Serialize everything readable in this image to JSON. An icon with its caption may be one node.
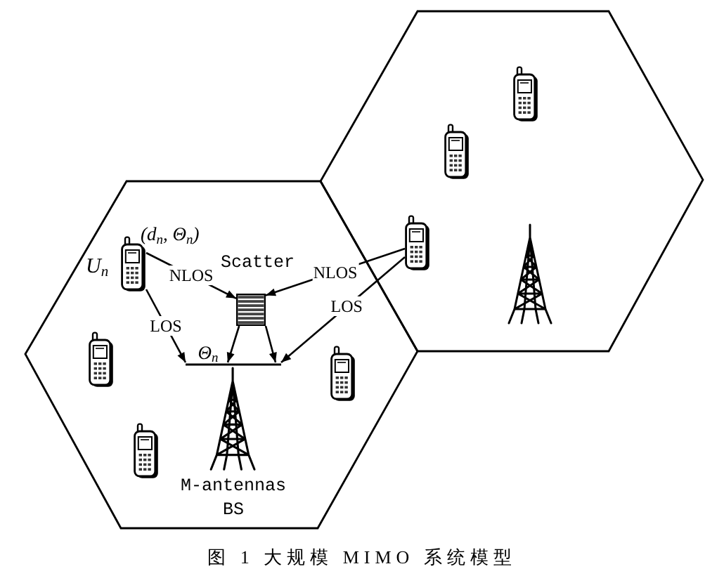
{
  "diagram": {
    "caption": "图 1 大规模 MIMO 系统模型",
    "nodes": [
      {
        "text": [],
        "shape": "hexagon"
      },
      {
        "text": [],
        "shape": "picture",
        "in": 0,
        "beside": [
          "U$_{n}$",
          "(d$_{n}$, Θ$_{n}$)"
        ]
      },
      {
        "text": [],
        "shape": "box",
        "in": 0,
        "beside": [
          "Scatter"
        ]
      },
      {
        "text": [
          "M-antennas BS"
        ],
        "in": 0
      },
      {
        "text": [],
        "shape": "hexagon"
      },
      {
        "text": [],
        "shape": "picture",
        "in": 4
      }
    ],
    "edges": [
      {
        "from": 1,
        "to": 2,
        "arrow": "to",
        "label": "NLOS"
      },
      {
        "from": 1,
        "to": 3,
        "arrow": "to",
        "label": "LOS"
      },
      {
        "from": 5,
        "to": 2,
        "arrow": "to",
        "label": "NLOS"
      },
      {
        "from": 5,
        "to": 3,
        "arrow": "to",
        "label": "LOS"
      },
      {
        "from": 2,
        "to": 3,
        "arrow": "to"
      },
      {
        "from": 2,
        "to": 3,
        "arrow": "to"
      }
    ],
    "labels": [
      "Θ$_{n}$"
    ]
  }
}
